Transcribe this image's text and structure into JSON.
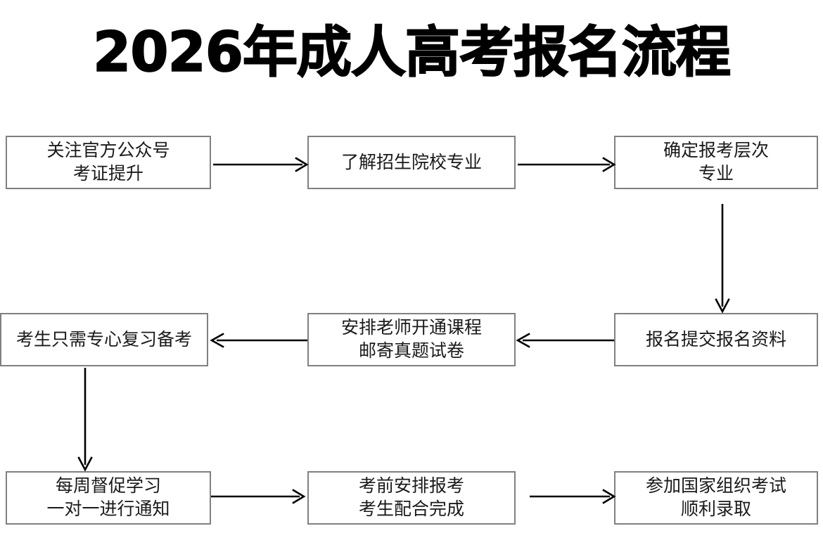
{
  "title": "2026年成人高考报名流程",
  "flowchart": {
    "type": "flowchart",
    "nodes": [
      {
        "id": "n1",
        "row": 1,
        "col": 1,
        "lines": [
          "关注官方公众号",
          "考证提升"
        ]
      },
      {
        "id": "n2",
        "row": 1,
        "col": 2,
        "lines": [
          "了解招生院校专业"
        ]
      },
      {
        "id": "n3",
        "row": 1,
        "col": 3,
        "lines": [
          "确定报考层次",
          "专业"
        ]
      },
      {
        "id": "n4",
        "row": 2,
        "col": 1,
        "lines": [
          "考生只需专心复习备考"
        ]
      },
      {
        "id": "n5",
        "row": 2,
        "col": 2,
        "lines": [
          "安排老师开通课程",
          "邮寄真题试卷"
        ]
      },
      {
        "id": "n6",
        "row": 2,
        "col": 3,
        "lines": [
          "报名提交报名资料"
        ]
      },
      {
        "id": "n7",
        "row": 3,
        "col": 1,
        "lines": [
          "每周督促学习",
          "一对一进行通知"
        ]
      },
      {
        "id": "n8",
        "row": 3,
        "col": 2,
        "lines": [
          "考前安排报考",
          "考生配合完成"
        ]
      },
      {
        "id": "n9",
        "row": 3,
        "col": 3,
        "lines": [
          "参加国家组织考试",
          "顺利录取"
        ]
      }
    ],
    "edges": [
      {
        "from": "n1",
        "to": "n2",
        "direction": "right"
      },
      {
        "from": "n2",
        "to": "n3",
        "direction": "right"
      },
      {
        "from": "n3",
        "to": "n6",
        "direction": "down"
      },
      {
        "from": "n6",
        "to": "n5",
        "direction": "left"
      },
      {
        "from": "n5",
        "to": "n4",
        "direction": "left"
      },
      {
        "from": "n4",
        "to": "n7",
        "direction": "down"
      },
      {
        "from": "n7",
        "to": "n8",
        "direction": "right"
      },
      {
        "from": "n8",
        "to": "n9",
        "direction": "right"
      }
    ],
    "colors": {
      "box_border": "#808080",
      "box_fill": "#ffffff",
      "arrow": "#000000",
      "text": "#1a1a1a",
      "title": "#000000",
      "background": "#ffffff"
    }
  }
}
